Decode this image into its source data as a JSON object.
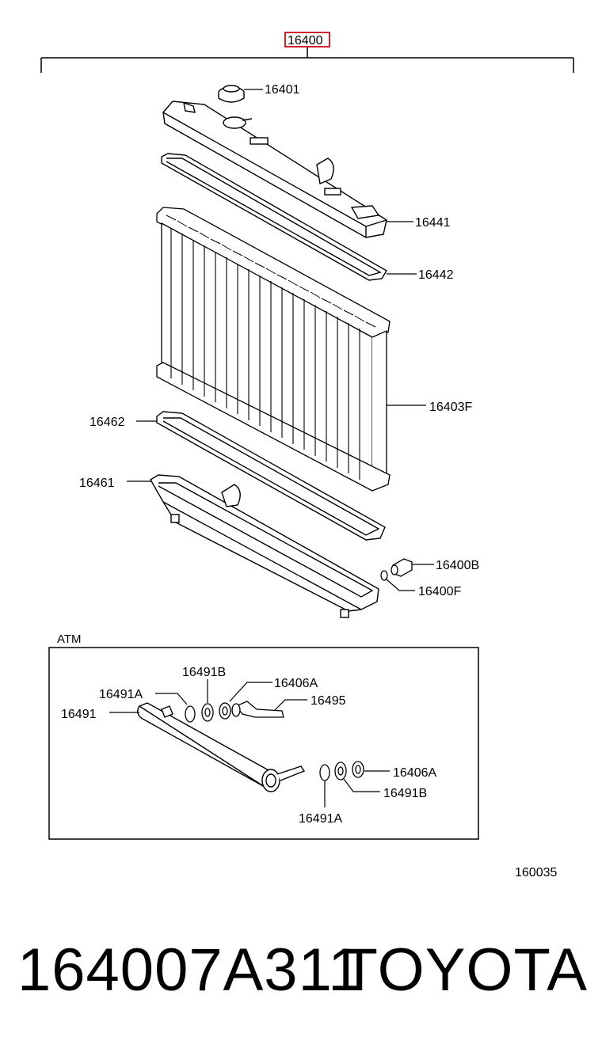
{
  "diagram": {
    "assembly_number": "16400",
    "labels": {
      "cap": "16401",
      "upper_tank": "16441",
      "upper_gasket": "16442",
      "core": "16403F",
      "lower_gasket": "16462",
      "lower_tank": "16461",
      "drain_cock": "16400B",
      "drain_oring": "16400F",
      "inset_title": "ATM",
      "gasket_b_top": "16491B",
      "oring_a_top": "16491A",
      "union_top": "16406A",
      "oil_cooler": "16491",
      "pipe": "16495",
      "union_bottom": "16406A",
      "gasket_b_bottom": "16491B",
      "oring_a_bottom": "16491A"
    },
    "figure_code": "160035",
    "highlight_color": "#d0202a"
  },
  "footer": {
    "part_number": "164007A311",
    "brand": "TOYOTA"
  }
}
